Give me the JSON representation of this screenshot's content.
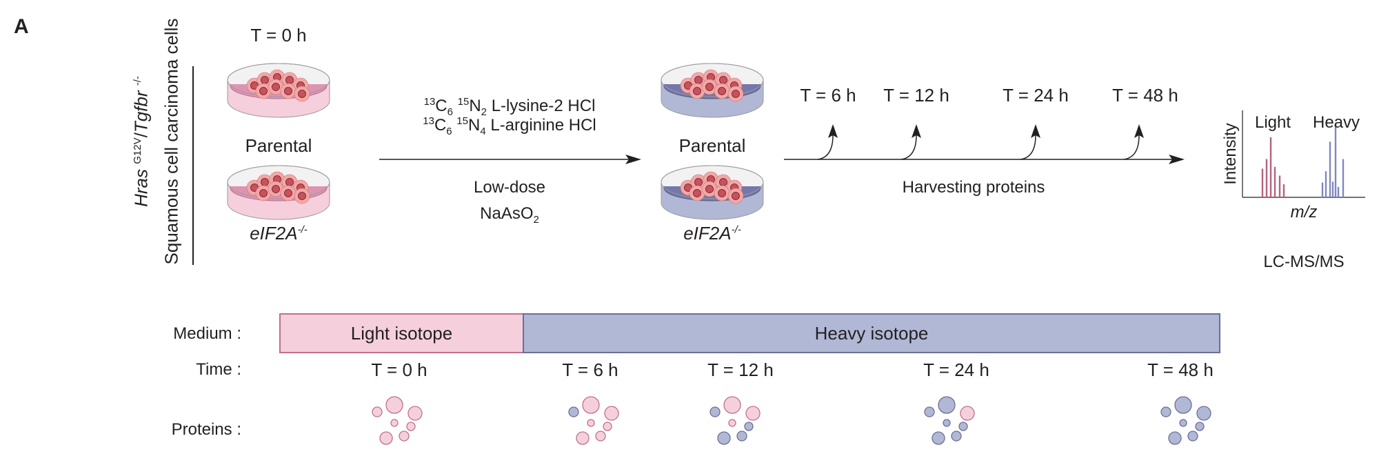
{
  "panel_label": "A",
  "cell_line": {
    "genotype_gene1": "Hras",
    "genotype_sup1": "G12V",
    "genotype_sep": "/",
    "genotype_gene2": "Tgfbr",
    "genotype_sup2": "-/-",
    "description": "Squamous cell carcinoma cells"
  },
  "start_time": "T = 0 h",
  "dishes": {
    "parental": "Parental",
    "knockout_gene": "eIF2A",
    "knockout_sup": "-/-"
  },
  "treatment": {
    "reagents": [
      {
        "iso1": "13",
        "el1": "C",
        "sub1": "6",
        "iso2": "15",
        "el2": "N",
        "sub2": "2",
        "name": "L-lysine-2 HCl"
      },
      {
        "iso1": "13",
        "el1": "C",
        "sub1": "6",
        "iso2": "15",
        "el2": "N",
        "sub2": "4",
        "name": "L-arginine HCl"
      }
    ],
    "line1": "Low-dose",
    "compound": "NaAsO",
    "compound_sub": "2"
  },
  "harvest": {
    "timepoints": [
      "T = 6 h",
      "T = 12 h",
      "T = 24 h",
      "T = 48 h"
    ],
    "label": "Harvesting proteins"
  },
  "ms_plot": {
    "light_label": "Light",
    "heavy_label": "Heavy",
    "ylabel": "Intensity",
    "xlabel": "m/z",
    "method": "LC-MS/MS",
    "light_peaks": [
      0.33,
      0.44,
      0.69,
      0.35,
      0.25,
      0.15
    ],
    "heavy_peaks": [
      0.17,
      0.3,
      0.64,
      0.18,
      0.85,
      0.12,
      0.44
    ],
    "colors": {
      "light": "#b5607e",
      "heavy": "#7f86c0"
    }
  },
  "timeline": {
    "medium_label": "Medium :",
    "time_label": "Time :",
    "proteins_label": "Proteins :",
    "light_isotope": "Light isotope",
    "heavy_isotope": "Heavy isotope",
    "timepoints": [
      "T = 0 h",
      "T = 6 h",
      "T = 12 h",
      "T = 24 h",
      "T = 48 h"
    ],
    "protein_states": [
      [
        "light",
        "light",
        "light",
        "light",
        "light",
        "light",
        "light"
      ],
      [
        "light",
        "light",
        "heavy",
        "light",
        "light",
        "light",
        "light"
      ],
      [
        "light",
        "light",
        "heavy",
        "light",
        "heavy",
        "heavy",
        "heavy"
      ],
      [
        "heavy",
        "light",
        "heavy",
        "heavy",
        "heavy",
        "heavy",
        "heavy"
      ],
      [
        "heavy",
        "heavy",
        "heavy",
        "heavy",
        "heavy",
        "heavy",
        "heavy"
      ]
    ],
    "colors": {
      "light_fill": "#f5d0dc",
      "light_stroke": "#c0708a",
      "heavy_fill": "#b1b8d6",
      "heavy_stroke": "#6b6f93"
    }
  }
}
